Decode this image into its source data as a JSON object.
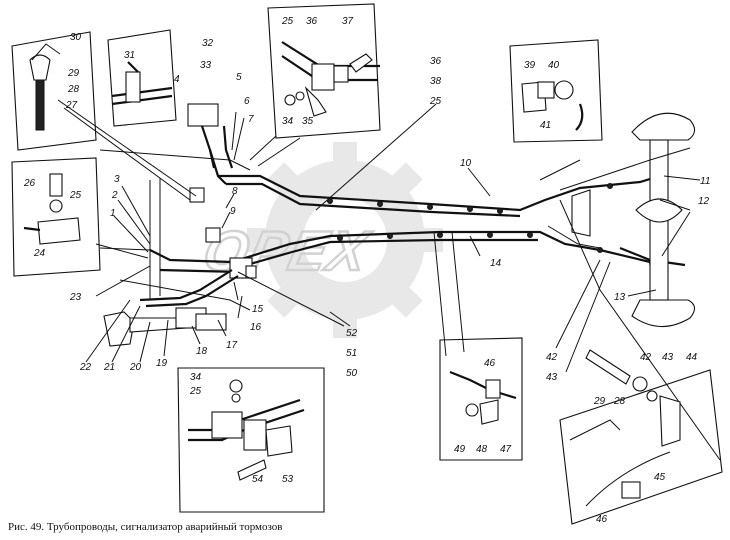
{
  "caption": "Рис. 49. Трубопроводы, сигнализатор аварийный тормозов",
  "watermark": "OPEX",
  "labels": [
    {
      "id": "l30",
      "text": "30"
    },
    {
      "id": "l29a",
      "text": "29"
    },
    {
      "id": "l28a",
      "text": "28"
    },
    {
      "id": "l27",
      "text": "27"
    },
    {
      "id": "l31",
      "text": "31"
    },
    {
      "id": "l32",
      "text": "32"
    },
    {
      "id": "l33",
      "text": "33"
    },
    {
      "id": "l4",
      "text": "4"
    },
    {
      "id": "l5",
      "text": "5"
    },
    {
      "id": "l6",
      "text": "6"
    },
    {
      "id": "l7",
      "text": "7"
    },
    {
      "id": "l25a",
      "text": "25"
    },
    {
      "id": "l36a",
      "text": "36"
    },
    {
      "id": "l37",
      "text": "37"
    },
    {
      "id": "l34a",
      "text": "34"
    },
    {
      "id": "l35",
      "text": "35"
    },
    {
      "id": "l36b",
      "text": "36"
    },
    {
      "id": "l38",
      "text": "38"
    },
    {
      "id": "l25b",
      "text": "25"
    },
    {
      "id": "l39",
      "text": "39"
    },
    {
      "id": "l40",
      "text": "40"
    },
    {
      "id": "l41",
      "text": "41"
    },
    {
      "id": "l26",
      "text": "26"
    },
    {
      "id": "l25c",
      "text": "25"
    },
    {
      "id": "l24",
      "text": "24"
    },
    {
      "id": "l3",
      "text": "3"
    },
    {
      "id": "l2",
      "text": "2"
    },
    {
      "id": "l1",
      "text": "1"
    },
    {
      "id": "l8",
      "text": "8"
    },
    {
      "id": "l9",
      "text": "9"
    },
    {
      "id": "l10",
      "text": "10"
    },
    {
      "id": "l11",
      "text": "11"
    },
    {
      "id": "l12",
      "text": "12"
    },
    {
      "id": "l14",
      "text": "14"
    },
    {
      "id": "l13",
      "text": "13"
    },
    {
      "id": "l23",
      "text": "23"
    },
    {
      "id": "l15",
      "text": "15"
    },
    {
      "id": "l16",
      "text": "16"
    },
    {
      "id": "l17",
      "text": "17"
    },
    {
      "id": "l18",
      "text": "18"
    },
    {
      "id": "l19",
      "text": "19"
    },
    {
      "id": "l20",
      "text": "20"
    },
    {
      "id": "l21",
      "text": "21"
    },
    {
      "id": "l22",
      "text": "22"
    },
    {
      "id": "l52",
      "text": "52"
    },
    {
      "id": "l51",
      "text": "51"
    },
    {
      "id": "l50",
      "text": "50"
    },
    {
      "id": "l34b",
      "text": "34"
    },
    {
      "id": "l25d",
      "text": "25"
    },
    {
      "id": "l54",
      "text": "54"
    },
    {
      "id": "l53",
      "text": "53"
    },
    {
      "id": "l46a",
      "text": "46"
    },
    {
      "id": "l49",
      "text": "49"
    },
    {
      "id": "l48",
      "text": "48"
    },
    {
      "id": "l47",
      "text": "47"
    },
    {
      "id": "l42a",
      "text": "42"
    },
    {
      "id": "l43a",
      "text": "43"
    },
    {
      "id": "l42b",
      "text": "42"
    },
    {
      "id": "l43b",
      "text": "43"
    },
    {
      "id": "l44",
      "text": "44"
    },
    {
      "id": "l29b",
      "text": "29"
    },
    {
      "id": "l28b",
      "text": "28"
    },
    {
      "id": "l45",
      "text": "45"
    },
    {
      "id": "l46b",
      "text": "46"
    }
  ]
}
